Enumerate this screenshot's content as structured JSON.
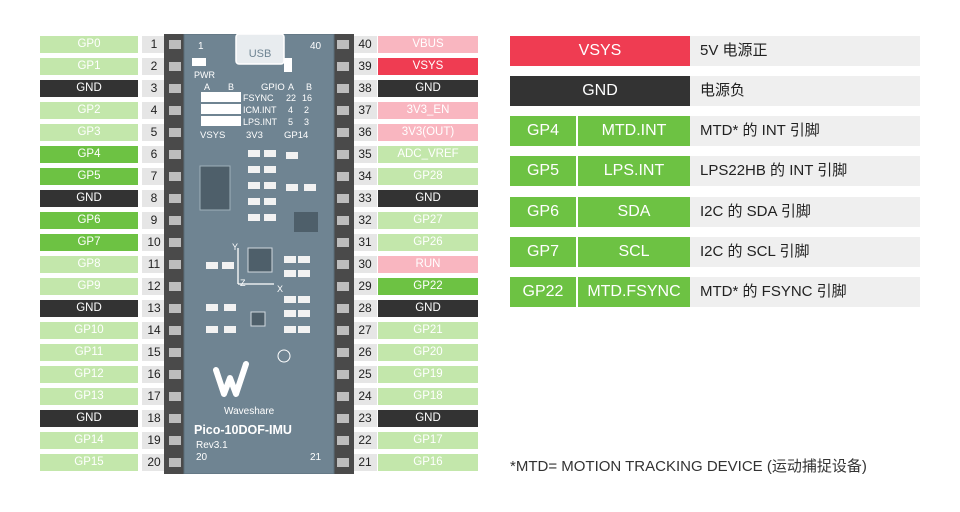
{
  "left_pins": [
    {
      "label": "GP0",
      "num": "1",
      "color": "lg"
    },
    {
      "label": "GP1",
      "num": "2",
      "color": "lg"
    },
    {
      "label": "GND",
      "num": "3",
      "color": "k"
    },
    {
      "label": "GP2",
      "num": "4",
      "color": "lg"
    },
    {
      "label": "GP3",
      "num": "5",
      "color": "lg"
    },
    {
      "label": "GP4",
      "num": "6",
      "color": "g"
    },
    {
      "label": "GP5",
      "num": "7",
      "color": "g"
    },
    {
      "label": "GND",
      "num": "8",
      "color": "k"
    },
    {
      "label": "GP6",
      "num": "9",
      "color": "g"
    },
    {
      "label": "GP7",
      "num": "10",
      "color": "g"
    },
    {
      "label": "GP8",
      "num": "11",
      "color": "lg"
    },
    {
      "label": "GP9",
      "num": "12",
      "color": "lg"
    },
    {
      "label": "GND",
      "num": "13",
      "color": "k"
    },
    {
      "label": "GP10",
      "num": "14",
      "color": "lg"
    },
    {
      "label": "GP11",
      "num": "15",
      "color": "lg"
    },
    {
      "label": "GP12",
      "num": "16",
      "color": "lg"
    },
    {
      "label": "GP13",
      "num": "17",
      "color": "lg"
    },
    {
      "label": "GND",
      "num": "18",
      "color": "k"
    },
    {
      "label": "GP14",
      "num": "19",
      "color": "lg"
    },
    {
      "label": "GP15",
      "num": "20",
      "color": "lg"
    }
  ],
  "right_pins": [
    {
      "label": "VBUS",
      "num": "40",
      "color": "lr"
    },
    {
      "label": "VSYS",
      "num": "39",
      "color": "r"
    },
    {
      "label": "GND",
      "num": "38",
      "color": "k"
    },
    {
      "label": "3V3_EN",
      "num": "37",
      "color": "lr"
    },
    {
      "label": "3V3(OUT)",
      "num": "36",
      "color": "lr"
    },
    {
      "label": "ADC_VREF",
      "num": "35",
      "color": "lg"
    },
    {
      "label": "GP28",
      "num": "34",
      "color": "lg"
    },
    {
      "label": "GND",
      "num": "33",
      "color": "k"
    },
    {
      "label": "GP27",
      "num": "32",
      "color": "lg"
    },
    {
      "label": "GP26",
      "num": "31",
      "color": "lg"
    },
    {
      "label": "RUN",
      "num": "30",
      "color": "lr"
    },
    {
      "label": "GP22",
      "num": "29",
      "color": "g"
    },
    {
      "label": "GND",
      "num": "28",
      "color": "k"
    },
    {
      "label": "GP21",
      "num": "27",
      "color": "lg"
    },
    {
      "label": "GP20",
      "num": "26",
      "color": "lg"
    },
    {
      "label": "GP19",
      "num": "25",
      "color": "lg"
    },
    {
      "label": "GP18",
      "num": "24",
      "color": "lg"
    },
    {
      "label": "GND",
      "num": "23",
      "color": "k"
    },
    {
      "label": "GP17",
      "num": "22",
      "color": "lg"
    },
    {
      "label": "GP16",
      "num": "21",
      "color": "lg"
    }
  ],
  "board": {
    "usb": "USB",
    "pin1": "1",
    "pin40": "40",
    "pwr": "PWR",
    "gpio": "GPIO",
    "col_a": "A",
    "col_b": "B",
    "row1": "FSYNC",
    "row2": "ICM.INT",
    "row3": "LPS.INT",
    "row1_a": "22",
    "row1_b": "16",
    "row2_a": "4",
    "row2_b": "2",
    "row3_a": "5",
    "row3_b": "3",
    "vsys": "VSYS",
    "v3v3": "3V3",
    "gp14": "GP14",
    "axis_y": "Y",
    "axis_z": "Z",
    "axis_x": "X",
    "brand": "Waveshare",
    "model": "Pico-10DOF-IMU",
    "rev": "Rev3.1",
    "pin20": "20",
    "pin21": "21"
  },
  "legend": {
    "vsys": {
      "tag": "VSYS",
      "desc": "5V 电源正",
      "color": "#ef3c52"
    },
    "gnd": {
      "tag": "GND",
      "desc": "电源负",
      "color": "#333333"
    },
    "rows": [
      {
        "gp": "GP4",
        "fn": "MTD.INT",
        "desc": "MTD* 的 INT 引脚"
      },
      {
        "gp": "GP5",
        "fn": "LPS.INT",
        "desc": "LPS22HB 的 INT 引脚"
      },
      {
        "gp": "GP6",
        "fn": "SDA",
        "desc": "I2C 的 SDA 引脚"
      },
      {
        "gp": "GP7",
        "fn": "SCL",
        "desc": "I2C 的 SCL 引脚"
      },
      {
        "gp": "GP22",
        "fn": "MTD.FSYNC",
        "desc": "MTD* 的 FSYNC 引脚"
      }
    ],
    "gp_color": "#6dc243"
  },
  "footnote": "*MTD= MOTION TRACKING DEVICE (运动捕捉设备)"
}
